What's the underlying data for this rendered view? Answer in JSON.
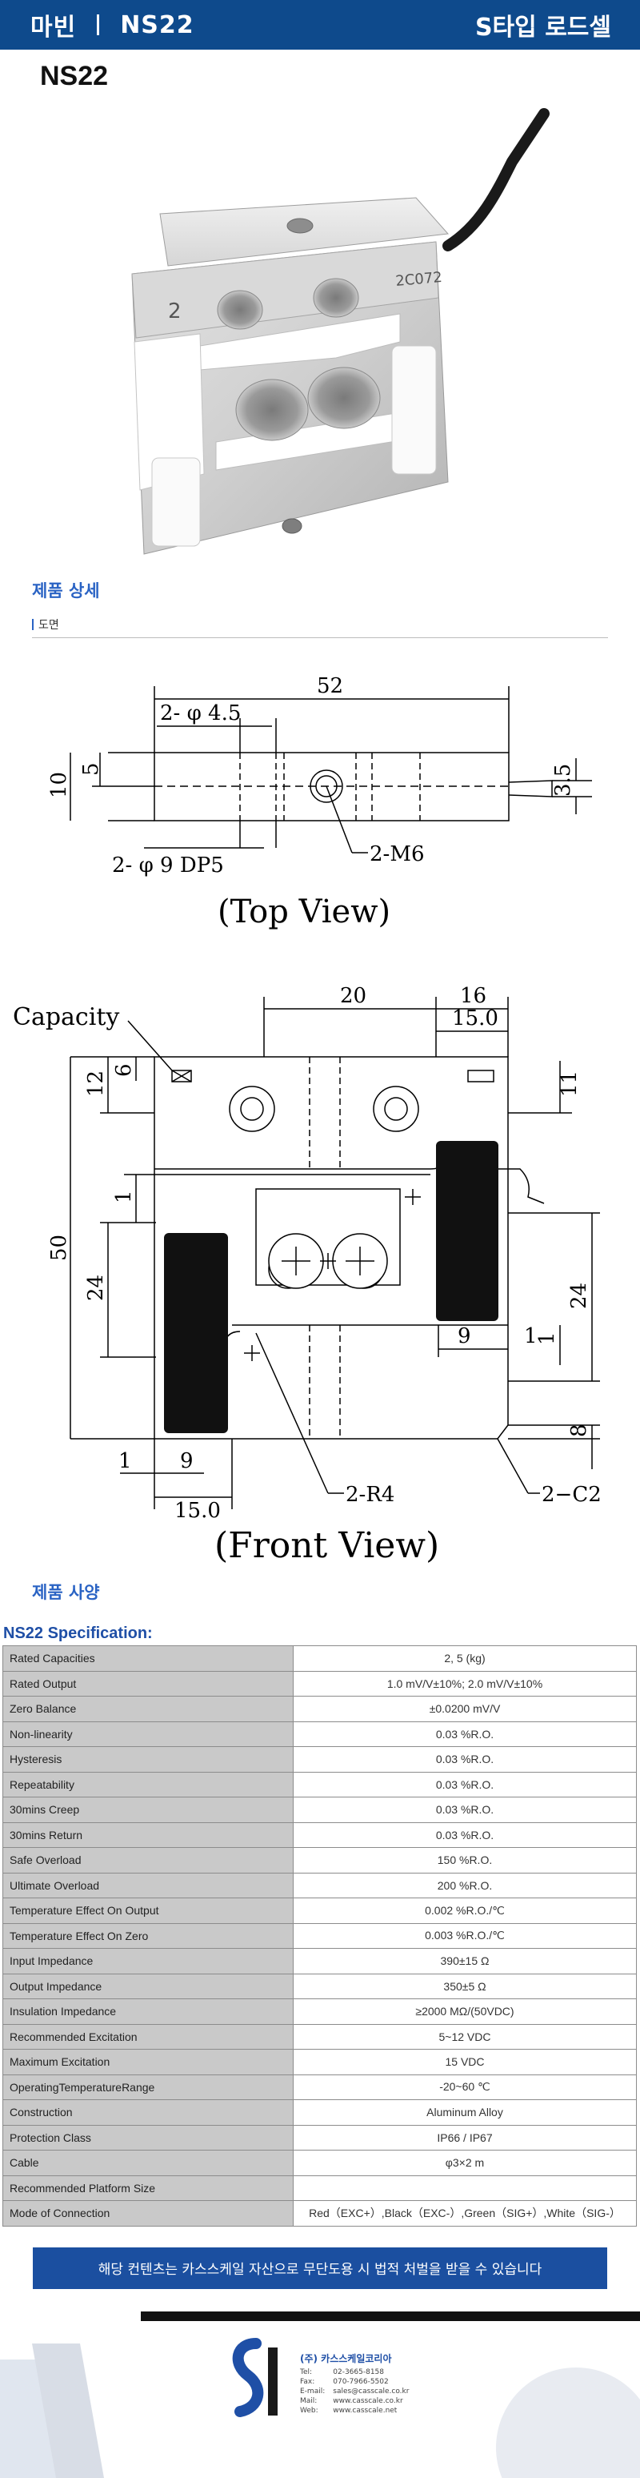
{
  "header": {
    "brand": "마빈",
    "model": "NS22",
    "category": "S타입 로드셀"
  },
  "model_title": "NS22",
  "photo": {
    "label_left": "2",
    "label_right": "2C072"
  },
  "detail": {
    "title": "제품 상세",
    "drawing_label": "도면"
  },
  "top_view": {
    "caption": "(Top View)",
    "dim_52": "52",
    "dim_hole_small": "2- φ 4.5",
    "dim_hole_big": "2- φ 9 DP5",
    "dim_m6": "2-M6",
    "dim_10": "10",
    "dim_5": "5",
    "dim_35": "3.5"
  },
  "front_view": {
    "caption": "(Front View)",
    "capacity": "Capacity",
    "dim_20": "20",
    "dim_16": "16",
    "dim_150_top": "15.0",
    "dim_6": "6",
    "dim_12": "12",
    "dim_11": "11",
    "dim_50": "50",
    "dim_24_left": "24",
    "dim_24_right": "24",
    "dim_1_left": "1",
    "dim_1_right": "1",
    "dim_9_right": "9",
    "dim_1_right2": "1",
    "dim_8": "8",
    "dim_1_bottom": "1",
    "dim_9_bottom": "9",
    "dim_150_bottom": "15.0",
    "dim_r4": "2-R4",
    "dim_c2": "2−C2"
  },
  "spec_section": {
    "title": "제품 사양",
    "table_title": "NS22 Specification:",
    "rows": [
      {
        "k": "Rated Capacities",
        "v": "2, 5 (kg)"
      },
      {
        "k": "Rated Output",
        "v": "1.0 mV/V±10%; 2.0 mV/V±10%"
      },
      {
        "k": "Zero Balance",
        "v": "±0.0200 mV/V"
      },
      {
        "k": "Non-linearity",
        "v": "0.03 %R.O."
      },
      {
        "k": "Hysteresis",
        "v": "0.03 %R.O."
      },
      {
        "k": "Repeatability",
        "v": "0.03 %R.O."
      },
      {
        "k": "30mins Creep",
        "v": "0.03 %R.O."
      },
      {
        "k": "30mins Return",
        "v": "0.03 %R.O."
      },
      {
        "k": "Safe Overload",
        "v": "150 %R.O."
      },
      {
        "k": "Ultimate Overload",
        "v": "200 %R.O."
      },
      {
        "k": "Temperature Effect On Output",
        "v": "0.002 %R.O./℃"
      },
      {
        "k": "Temperature Effect On Zero",
        "v": "0.003 %R.O./℃"
      },
      {
        "k": "Input Impedance",
        "v": "390±15 Ω"
      },
      {
        "k": "Output Impedance",
        "v": "350±5 Ω"
      },
      {
        "k": "Insulation Impedance",
        "v": "≥2000 MΩ/(50VDC)"
      },
      {
        "k": "Recommended Excitation",
        "v": "5~12 VDC"
      },
      {
        "k": "Maximum Excitation",
        "v": "15 VDC"
      },
      {
        "k": "OperatingTemperatureRange",
        "v": "-20~60 ℃"
      },
      {
        "k": "Construction",
        "v": "Aluminum Alloy"
      },
      {
        "k": "Protection Class",
        "v": "IP66 / IP67"
      },
      {
        "k": "Cable",
        "v": "φ3×2 m"
      },
      {
        "k": "Recommended Platform Size",
        "v": ""
      },
      {
        "k": "Mode of Connection",
        "v": "Red（EXC+）,Black（EXC-）,Green（SIG+）,White（SIG-）"
      }
    ]
  },
  "notice": "해당 컨텐츠는 카스스케일 자산으로 무단도용 시 법적 처벌을 받을 수 있습니다",
  "footer": {
    "company": "(주) 카스스케일코리아",
    "labels": [
      "Tel:",
      "Fax:",
      "E-mail:",
      "Mail:",
      "Web:"
    ],
    "values": [
      "02-3665-8158",
      "070-7966-5502",
      "sales@casscale.co.kr",
      "www.casscale.co.kr",
      "www.casscale.net"
    ]
  },
  "colors": {
    "header": "#0e4a8c",
    "section_title": "#2a63c4",
    "table_key_bg": "#c9c9c9",
    "notice_bg": "#1b4fa0"
  }
}
